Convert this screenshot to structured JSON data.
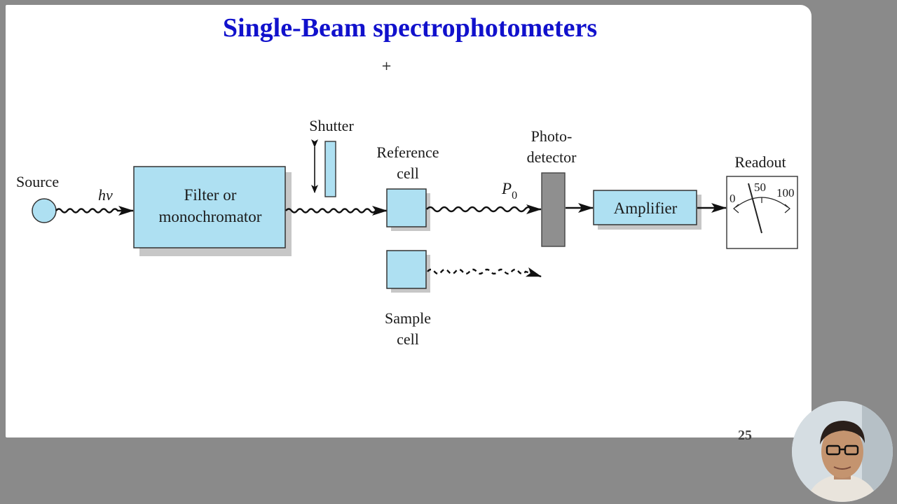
{
  "slide": {
    "title": "Single-Beam spectrophotometers",
    "page_number": "25"
  },
  "diagram": {
    "source_label": "Source",
    "hv_label": "hν",
    "filter_label_line1": "Filter or",
    "filter_label_line2": "monochromator",
    "shutter_label": "Shutter",
    "reference_label_line1": "Reference",
    "reference_label_line2": "cell",
    "p0_label": "P",
    "p0_sub": "0",
    "photodetector_line1": "Photo-",
    "photodetector_line2": "detector",
    "amplifier_label": "Amplifier",
    "readout_label": "Readout",
    "meter_tick_0": "0",
    "meter_tick_50": "50",
    "meter_tick_100": "100",
    "sample_label_line1": "Sample",
    "sample_label_line2": "cell"
  },
  "colors": {
    "title": "#1111cc",
    "box_fill": "#aee0f2",
    "detector_fill": "#8f8f8f",
    "background": "#8a8a8a"
  },
  "icons": {
    "cursor": "crosshair-cursor-icon",
    "webcam": "presenter-webcam-icon"
  }
}
